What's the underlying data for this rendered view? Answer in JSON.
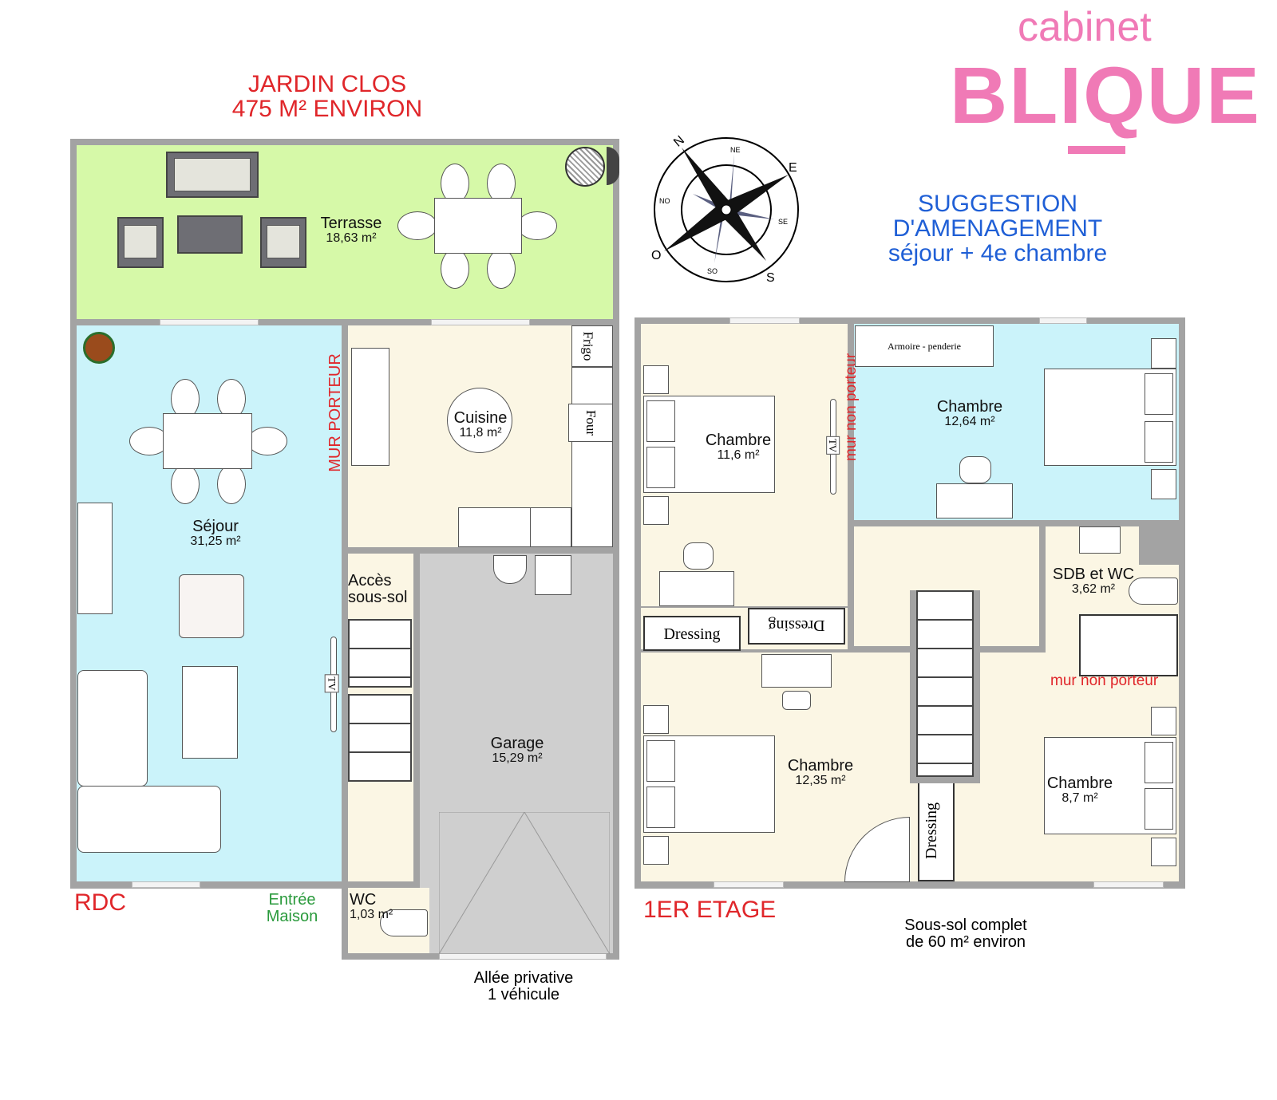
{
  "logo": {
    "top": "cabinet",
    "main": "BLIQUE",
    "color": "#f07ab6"
  },
  "garden": {
    "line1": "JARDIN CLOS",
    "line2": "475 M² ENVIRON"
  },
  "suggestion": {
    "line1": "SUGGESTION",
    "line2": "D'AMENAGEMENT",
    "line3": "séjour + 4e chambre"
  },
  "compass": {
    "n": "N",
    "ne": "NE",
    "e": "E",
    "se": "SE",
    "s": "S",
    "so": "SO",
    "o": "O",
    "no": "NO"
  },
  "rdc": {
    "level": "RDC",
    "terrasse": {
      "name": "Terrasse",
      "area": "18,63 m²"
    },
    "sejour": {
      "name": "Séjour",
      "area": "31,25 m²"
    },
    "cuisine": {
      "name": "Cuisine",
      "area": "11,8 m²"
    },
    "acces": {
      "name1": "Accès",
      "name2": "sous-sol"
    },
    "garage": {
      "name": "Garage",
      "area": "15,29 m²"
    },
    "wc": {
      "name": "WC",
      "area": "1,03 m²"
    },
    "mur": "MUR PORTEUR",
    "frigo": "Frigo",
    "four": "Four",
    "tv": "TV",
    "entree1": "Entrée",
    "entree2": "Maison",
    "allee1": "Allée privative",
    "allee2": "1 véhicule"
  },
  "etage": {
    "level": "1ER ETAGE",
    "ch1": {
      "name": "Chambre",
      "area": "11,6 m²"
    },
    "ch2": {
      "name": "Chambre",
      "area": "12,64 m²"
    },
    "ch3": {
      "name": "Chambre",
      "area": "12,35 m²"
    },
    "ch4": {
      "name": "Chambre",
      "area": "8,7 m²"
    },
    "sdb": {
      "name": "SDB et WC",
      "area": "3,62 m²"
    },
    "armoire": "Armoire - penderie",
    "dressing": "Dressing",
    "mur": "mur non porteur",
    "tv": "TV",
    "soussol1": "Sous-sol complet",
    "soussol2": "de 60 m² environ"
  }
}
